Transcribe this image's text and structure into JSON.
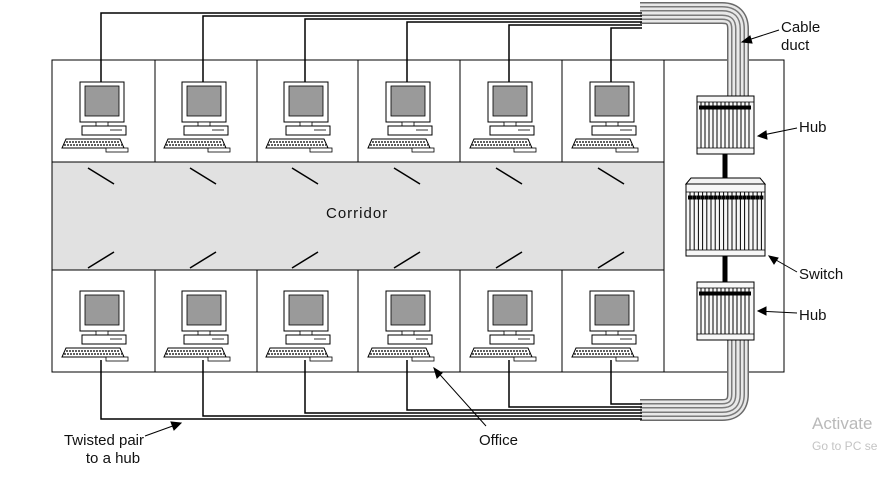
{
  "labels": {
    "cable_duct_line1": "Cable",
    "cable_duct_line2": "duct",
    "hub_top": "Hub",
    "switch": "Switch",
    "hub_bottom": "Hub",
    "corridor": "Corridor",
    "office": "Office",
    "twisted_pair_line1": "Twisted pair",
    "twisted_pair_line2": "to a hub"
  },
  "watermark": {
    "line1": "Activate",
    "line2": "Go to PC se"
  },
  "offices": {
    "top_row_count": 6,
    "bottom_row_count": 6
  },
  "colors": {
    "corridor_fill": "#e1e1e1",
    "monitor_screen": "#9a9a9a",
    "line": "#000000",
    "duct_fill": "#d4d4d4"
  }
}
